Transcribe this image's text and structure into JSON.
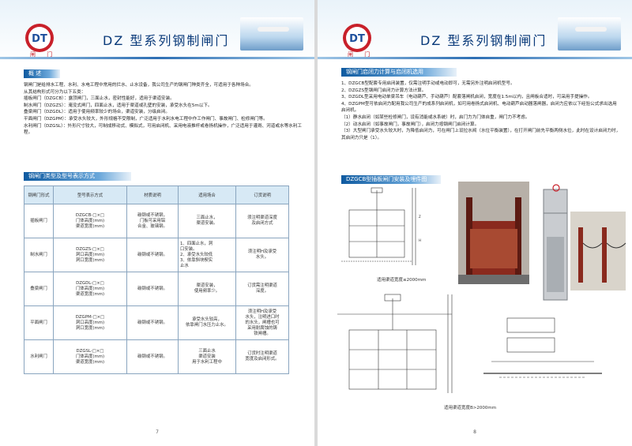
{
  "left": {
    "title": "DZ 型系列钢制闸门",
    "logo_text": "DT",
    "logo_sub": "闸 门",
    "section1": "概 述",
    "intro": [
      "钢闸门是给排水工程、水利、水电工程中常用的拦水、止水设备，我公司生产的钢闸门种类齐全，可适用于各种场合。",
      "从其结构形式可分为以下五类：",
      "插板闸门（DZGCB）：露顶闸门，三面止水，密封性能好，适用于渠道安装。",
      "制水闸门（DZGZS）：淹没式闸门，四面止水，适用于渠道或孔壁的安装，承受水头在5m以下。",
      "叠梁闸门（DZGDL）：适用于使用频率较少的场合，渠道安装，分级启闭。",
      "平面闸门（DZGPM）：承受水头较大，外形规格不受限制，广泛适用于水利水电工程中作工作闸门、事故闸门、检修闸门等。",
      "水利闸门（DZGSL）：外形尺寸较大，可制成移动式、模拟式，可用启闭机、采用电液推杆或卷扬机操作，广泛适用于灌溉、河道或水等水利工程。"
    ],
    "section2": "钢闸门类型及型号表示方式",
    "table": {
      "headers": [
        "钢闸门形式",
        "型号表示方式",
        "材质说明",
        "适用场合",
        "订货说明"
      ],
      "rows": [
        {
          "type": "插板闸门",
          "code": "DZGCB-□×□",
          "code_sub": "门体高度(mm)\n渠道宽度(mm)",
          "material": "碳钢或不锈钢，\n门板可采用铝\n合金、玻璃钢。",
          "use": "三面止水，\n渠道安装。",
          "order": "须注明渠道深度\n及启闭方式"
        },
        {
          "type": "制水闸门",
          "code": "DZGZS-□×□",
          "code_sub": "洞口高度(mm)\n洞口宽度(mm)",
          "material": "碳钢或不锈钢。",
          "use": "1、四面止水，洞\n口安装。\n2、承受水头较低\n3、依靠斜块楔实\n止水",
          "order": "须注明H及承受\n水头。"
        },
        {
          "type": "叠梁闸门",
          "code": "DZGDL-□×□",
          "code_sub": "门体高度(mm)\n渠道宽度(mm)",
          "material": "碳钢或不锈钢。",
          "use": "渠道安装，\n使用频率少。",
          "order": "订货需注明渠道\n深度。"
        },
        {
          "type": "平面闸门",
          "code": "DZGPM-□×□",
          "code_sub": "洞口高度(mm)\n洞口宽度(mm)",
          "material": "碳钢或不锈钢。",
          "use": "承受水头较高，\n依靠闸门水压力止水。",
          "order": "须注明H及承受\n水头，注明进口时\n的水头，闸槽也可\n采用耐腐蚀的铸\n铁闸槽。"
        },
        {
          "type": "水利闸门",
          "code": "DZGSL-□×□",
          "code_sub": "门体高度(mm)\n渠道宽度(mm)",
          "material": "碳钢或不锈钢。",
          "use": "三面止水\n渠道安装\n用于水利工程中",
          "order": "订货时注明渠道\n宽度及启闭形式。"
        }
      ]
    },
    "page_number": "7"
  },
  "right": {
    "title": "DZ 型系列钢制闸门",
    "logo_text": "DT",
    "logo_sub": "闸 门",
    "section1": "钢闸门启闭力计算与启闭机选用",
    "items": [
      "1、DZGCB型配套专用启闭装置，仅需注明手动或电动即可，无需另外注明启闭机型号。",
      "2、DZGZS型钢闸门启闭力计算方法计算。",
      "3、DZGDL型采用电动单梁吊车（电动葫芦、手动葫芦）配套落闸机启闭，宽度在1.5m以内，且闸板合适时，可采用手提操作。",
      "4、DZGPM型可依启闭力配用我公司生产的成系列启闭机，如可用卷扬式启闭机、电动葫芦启动器落闸器，启闭力应依以下经验公式求出选用启闭机。",
      "（1）静水启闭（如某些检修闸门，设有消能或水系统）时，启门力为门体自重，闸门力不考虑。",
      "（2）动水启闭（如事故闸门，事故闸门），启闭力按钢闸门启闭计算。",
      "（3）大型闸门承受水头较大时，为降低启闭力，可在闸门上设拉水阀（水位平衡装置），在打开闸门前先平衡两侧水位，此时在设计启闭力时，其启闭力只是（1）。"
    ],
    "section2": "DZGCB型插板闸门安装及埋件图",
    "captions": {
      "top": "适用渠道宽度≤2000mm",
      "bottom": "适用渠道宽度B>2000mm"
    },
    "page_number": "8"
  },
  "colors": {
    "title": "#0a3a7a",
    "bar": "#0e5aa0",
    "logo": "#c8202a",
    "header_bg": "#e9f3fa"
  }
}
